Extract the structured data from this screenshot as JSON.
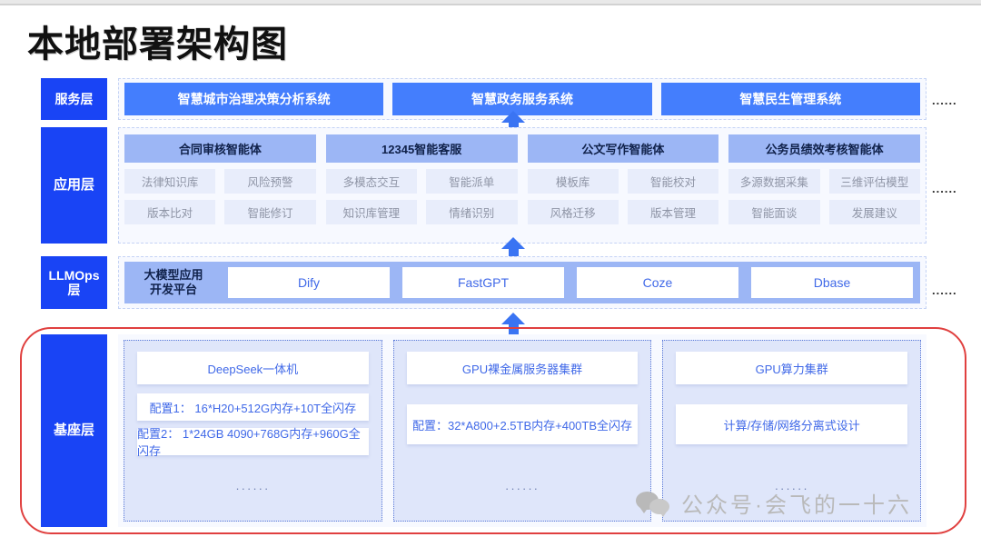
{
  "page_title": "本地部署架构图",
  "layers": {
    "service": {
      "tag": "服务层",
      "boxes": [
        "智慧城市治理决策分析系统",
        "智慧政务服务系统",
        "智慧民生管理系统"
      ],
      "ellipsis": "......"
    },
    "application": {
      "tag": "应用层",
      "ellipsis": "......",
      "agents": [
        {
          "head": "合同审核智能体",
          "cells": [
            "法律知识库",
            "风险预警",
            "版本比对",
            "智能修订"
          ]
        },
        {
          "head": "12345智能客服",
          "cells": [
            "多模态交互",
            "智能派单",
            "知识库管理",
            "情绪识别"
          ]
        },
        {
          "head": "公文写作智能体",
          "cells": [
            "模板库",
            "智能校对",
            "风格迁移",
            "版本管理"
          ]
        },
        {
          "head": "公务员绩效考核智能体",
          "cells": [
            "多源数据采集",
            "三维评估模型",
            "智能面谈",
            "发展建议"
          ]
        }
      ]
    },
    "llmops": {
      "tag_line1": "LLMOps",
      "tag_line2": "层",
      "platform_line1": "大模型应用",
      "platform_line2": "开发平台",
      "ellipsis": "......",
      "boxes": [
        "Dify",
        "FastGPT",
        "Coze",
        "Dbase"
      ]
    },
    "base": {
      "tag": "基座层",
      "columns": [
        {
          "title": "DeepSeek一体机",
          "configs": [
            "配置1： 16*H20+512G内存+10T全闪存",
            "配置2： 1*24GB 4090+768G内存+960G全闪存"
          ],
          "dots": "······"
        },
        {
          "title": "GPU裸金属服务器集群",
          "configs": [
            "配置：32*A800+2.5TB内存+400TB全闪存"
          ],
          "dots": "······"
        },
        {
          "title": "GPU算力集群",
          "configs": [
            "计算/存储/网络分离式设计"
          ],
          "dots": "······"
        }
      ]
    }
  },
  "watermark": {
    "text": "公众号·会飞的一十六",
    "icon": "wechat-icon"
  },
  "colors": {
    "tag_blue": "#1944f5",
    "service_blue": "#447efd",
    "header_blue": "#9cb6f5",
    "cell_pale": "#e8edfb",
    "base_fill": "#dfe6fa",
    "accent_red": "#e0403f",
    "link_blue": "#4069e8"
  }
}
